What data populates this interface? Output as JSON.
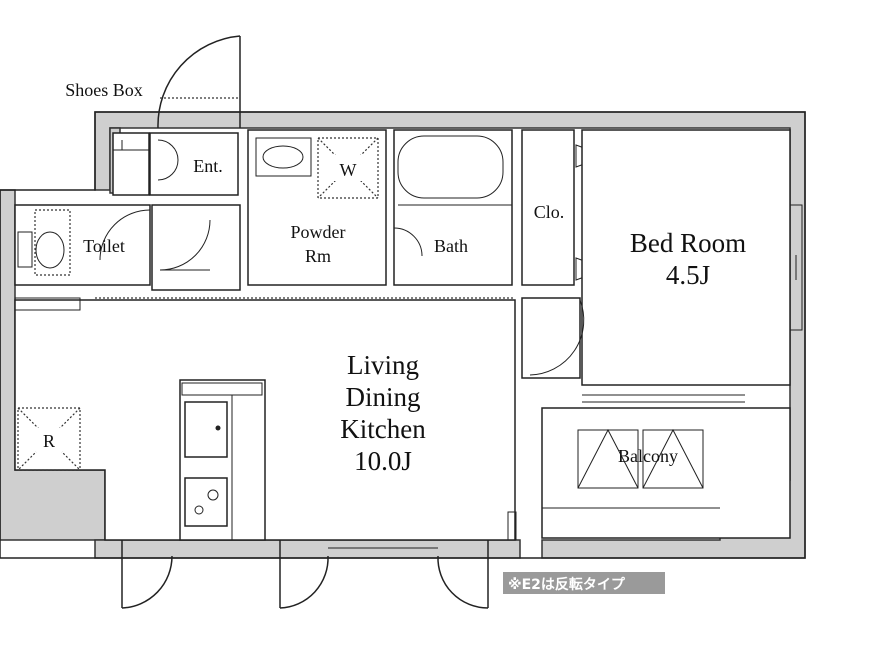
{
  "labels": {
    "shoes_box": "Shoes Box",
    "entrance": "Ent.",
    "toilet": "Toilet",
    "powder_line1": "Powder",
    "powder_line2": "Rm",
    "washer": "W",
    "bath": "Bath",
    "closet": "Clo.",
    "bedroom_line1": "Bed Room",
    "bedroom_line2": "4.5J",
    "ldk_line1": "Living",
    "ldk_line2": "Dining",
    "ldk_line3": "Kitchen",
    "ldk_line4": "10.0J",
    "fridge": "R",
    "balcony": "Balcony"
  },
  "note": "※E2は反転タイプ",
  "colors": {
    "wall": "#cfcfcf",
    "ink": "#222222",
    "note_bg": "#9a9a9a"
  }
}
